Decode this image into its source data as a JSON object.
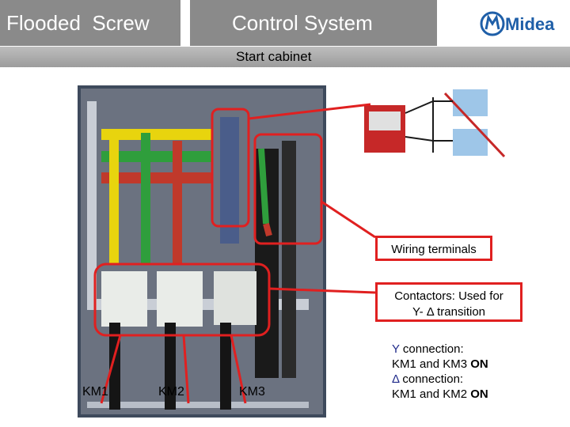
{
  "header": {
    "title_left": "Flooded  Screw",
    "title_right": "Control System",
    "logo_text": "Midea",
    "subtitle": "Start cabinet"
  },
  "callouts": {
    "wiring_terminals": "Wiring terminals",
    "contactors_line1": "Contactors: Used for",
    "contactors_line2": "Y- Δ transition"
  },
  "contactor_labels": [
    "KM1",
    "KM2",
    "KM3"
  ],
  "note": {
    "y_symbol": "Y",
    "y_rest": " connection:",
    "y_line2_pre": "KM1 and KM3 ",
    "y_on": "ON",
    "d_symbol": "Δ",
    "d_rest": " connection:",
    "d_line2_pre": "KM1 and KM2 ",
    "d_on": "ON"
  },
  "colors": {
    "title_bar": "#8a8a8a",
    "callout_red": "#e02020",
    "accent_blue": "#1f2a8a"
  }
}
